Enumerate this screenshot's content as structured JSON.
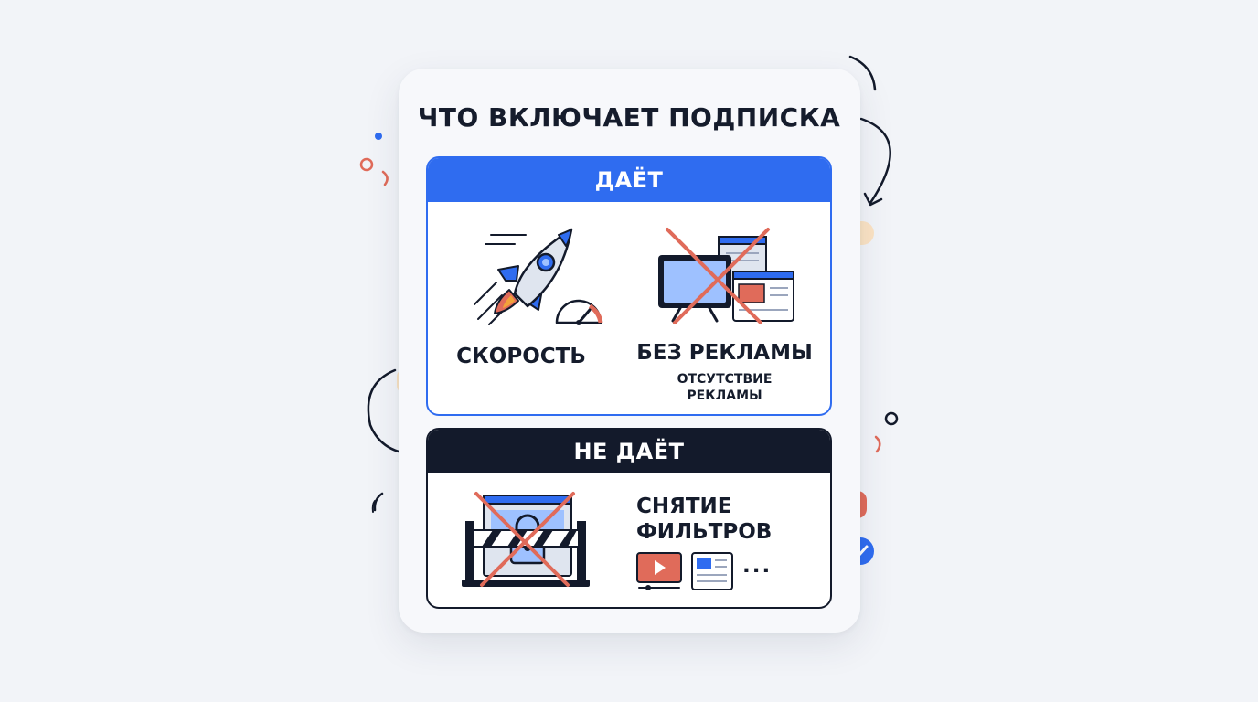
{
  "title": "ЧТО ВКЛЮЧАЕТ ПОДПИСКА",
  "gives": {
    "header": "ДАЁТ",
    "items": [
      {
        "label": "СКОРОСТЬ",
        "icon": "rocket-speedometer-icon"
      },
      {
        "label": "БЕЗ РЕКЛАМЫ",
        "sublabel_line1": "ОТСУТСТВИЕ",
        "sublabel_line2": "РЕКЛАМЫ",
        "icon": "crossed-out-ads-icon"
      }
    ]
  },
  "not_gives": {
    "header": "НЕ ДАЁТ",
    "item": {
      "label_line1": "СНЯТИЕ",
      "label_line2": "ФИЛЬТРОВ",
      "icon": "crossed-out-barrier-lock-icon",
      "more": "..."
    }
  },
  "colors": {
    "accent_blue": "#2f6cf0",
    "dark": "#131a2b",
    "cross_red": "#e06b5a",
    "orange": "#f1a23a"
  }
}
